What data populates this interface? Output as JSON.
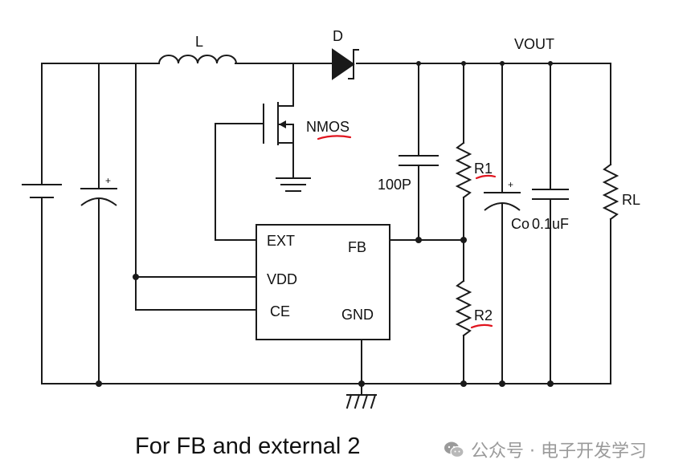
{
  "labels": {
    "inductor": "L",
    "diode": "D",
    "vout": "VOUT",
    "nmos": "NMOS",
    "cap_100p": "100P",
    "r1": "R1",
    "r2": "R2",
    "co": "Co",
    "cap_01uf": "0.1uF",
    "rl": "RL",
    "plus_cin": "+",
    "plus_co": "+"
  },
  "ic_pins": {
    "ext": "EXT",
    "vdd": "VDD",
    "ce": "CE",
    "fb": "FB",
    "gnd": "GND"
  },
  "caption": "For FB and external 2",
  "watermark": {
    "text": "公众号 · 电子开发学习",
    "icon": "wechat-icon"
  },
  "colors": {
    "wire": "#1a1a1a",
    "annotation_underline": "#e0141e",
    "watermark": "#9a9a9a"
  }
}
